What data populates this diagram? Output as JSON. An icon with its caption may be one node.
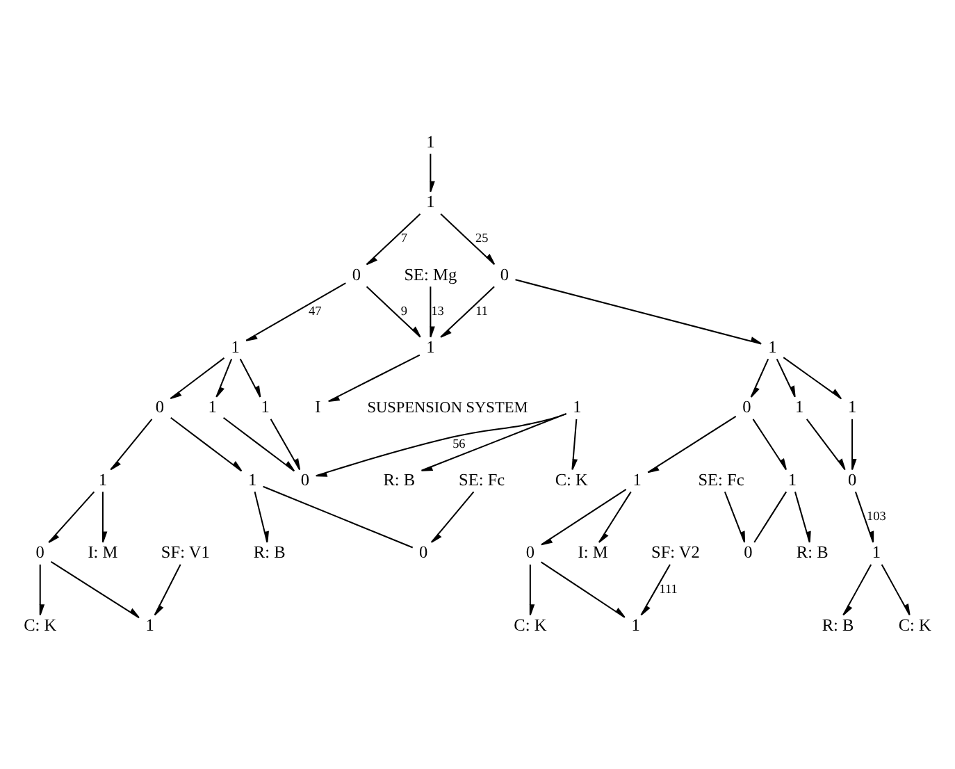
{
  "diagram": {
    "nodes": [
      {
        "text": [
          "1"
        ]
      },
      {
        "text": [
          "1"
        ]
      },
      {
        "text": [
          "0"
        ]
      },
      {
        "text": [
          "0"
        ]
      },
      {
        "text": [
          "1"
        ]
      },
      {
        "text": [
          "I"
        ]
      },
      {
        "text": [
          "SE: Mg"
        ]
      },
      {
        "text": [
          "1"
        ]
      },
      {
        "text": [
          "1"
        ]
      },
      {
        "text": [
          "1"
        ]
      },
      {
        "text": [
          "0"
        ]
      },
      {
        "text": [
          "1"
        ]
      },
      {
        "text": [
          "C: K"
        ]
      },
      {
        "text": [
          "R: B"
        ]
      },
      {
        "text": [
          "0"
        ]
      },
      {
        "text": [
          "1"
        ]
      },
      {
        "text": [
          "0"
        ]
      },
      {
        "text": [
          "1"
        ]
      },
      {
        "text": [
          "SF: V1"
        ]
      },
      {
        "text": [
          "1"
        ]
      },
      {
        "text": [
          "R: B"
        ]
      },
      {
        "text": [
          "I: M"
        ]
      },
      {
        "text": [
          "0"
        ]
      },
      {
        "text": [
          "SE: Fc"
        ]
      },
      {
        "text": [
          "C: K"
        ]
      },
      {
        "text": [
          "1"
        ]
      },
      {
        "text": [
          "1"
        ]
      },
      {
        "text": [
          "1"
        ]
      },
      {
        "text": [
          "0"
        ]
      },
      {
        "text": [
          "1"
        ]
      },
      {
        "text": [
          "C: K"
        ]
      },
      {
        "text": [
          "R: B"
        ]
      },
      {
        "text": [
          "0"
        ]
      },
      {
        "text": [
          "1"
        ]
      },
      {
        "text": [
          "0"
        ]
      },
      {
        "text": [
          "1"
        ]
      },
      {
        "text": [
          "SF: V2"
        ]
      },
      {
        "text": [
          "1"
        ]
      },
      {
        "text": [
          "R: B"
        ]
      },
      {
        "text": [
          "I: M"
        ]
      },
      {
        "text": [
          "0"
        ]
      },
      {
        "text": [
          "SE: Fc"
        ]
      },
      {
        "text": [
          "C: K"
        ]
      }
    ],
    "edges": [
      {
        "from": 0,
        "to": 1,
        "arrow": "to"
      },
      {
        "from": 1,
        "to": 2,
        "arrow": "to",
        "label": "7"
      },
      {
        "from": 1,
        "to": 3,
        "arrow": "to",
        "label": "25"
      },
      {
        "from": 2,
        "to": 4,
        "arrow": "to",
        "label": "9"
      },
      {
        "from": 3,
        "to": 4,
        "arrow": "to",
        "label": "11"
      },
      {
        "from": 4,
        "to": 5,
        "arrow": "to"
      },
      {
        "from": 6,
        "to": 4,
        "arrow": "to",
        "label": "13"
      },
      {
        "from": 2,
        "to": 7,
        "arrow": "to",
        "label": "47"
      },
      {
        "from": 7,
        "to": 8,
        "arrow": "to"
      },
      {
        "from": 7,
        "to": 9,
        "arrow": "to"
      },
      {
        "from": 8,
        "to": 10,
        "arrow": "to"
      },
      {
        "from": 9,
        "to": 10,
        "arrow": "to"
      },
      {
        "from": 11,
        "to": 10,
        "arrow": "to",
        "label": "56"
      },
      {
        "from": 11,
        "to": 12,
        "arrow": "to"
      },
      {
        "from": 11,
        "to": 13,
        "arrow": "to"
      },
      {
        "from": 7,
        "to": 14,
        "arrow": "to"
      },
      {
        "from": 14,
        "to": 15,
        "arrow": "to"
      },
      {
        "from": 15,
        "to": 16,
        "arrow": "to"
      },
      {
        "from": 16,
        "to": 17,
        "arrow": "to"
      },
      {
        "from": 18,
        "to": 17,
        "arrow": "to"
      },
      {
        "from": 14,
        "to": 19,
        "arrow": "to"
      },
      {
        "from": 19,
        "to": 20,
        "arrow": "to"
      },
      {
        "from": 19,
        "to": 22,
        "arrow": "none"
      },
      {
        "from": 23,
        "to": 22,
        "arrow": "to"
      },
      {
        "from": 15,
        "to": 21,
        "arrow": "to"
      },
      {
        "from": 16,
        "to": 24,
        "arrow": "to"
      },
      {
        "from": 3,
        "to": 25,
        "arrow": "to"
      },
      {
        "from": 25,
        "to": 26,
        "arrow": "to"
      },
      {
        "from": 25,
        "to": 27,
        "arrow": "to"
      },
      {
        "from": 26,
        "to": 28,
        "arrow": "to"
      },
      {
        "from": 27,
        "to": 28,
        "arrow": "to"
      },
      {
        "from": 28,
        "to": 29,
        "arrow": "to",
        "label": "103"
      },
      {
        "from": 29,
        "to": 30,
        "arrow": "to"
      },
      {
        "from": 29,
        "to": 31,
        "arrow": "to"
      },
      {
        "from": 25,
        "to": 32,
        "arrow": "to"
      },
      {
        "from": 32,
        "to": 33,
        "arrow": "to"
      },
      {
        "from": 33,
        "to": 34,
        "arrow": "to"
      },
      {
        "from": 34,
        "to": 35,
        "arrow": "to"
      },
      {
        "from": 36,
        "to": 35,
        "arrow": "to",
        "label": "111"
      },
      {
        "from": 32,
        "to": 37,
        "arrow": "to"
      },
      {
        "from": 37,
        "to": 38,
        "arrow": "to"
      },
      {
        "from": 37,
        "to": 40,
        "arrow": "none"
      },
      {
        "from": 41,
        "to": 40,
        "arrow": "to"
      },
      {
        "from": 33,
        "to": 39,
        "arrow": "to"
      },
      {
        "from": 34,
        "to": 42,
        "arrow": "to"
      }
    ],
    "labels": [
      "SUSPENSION SYSTEM"
    ]
  }
}
